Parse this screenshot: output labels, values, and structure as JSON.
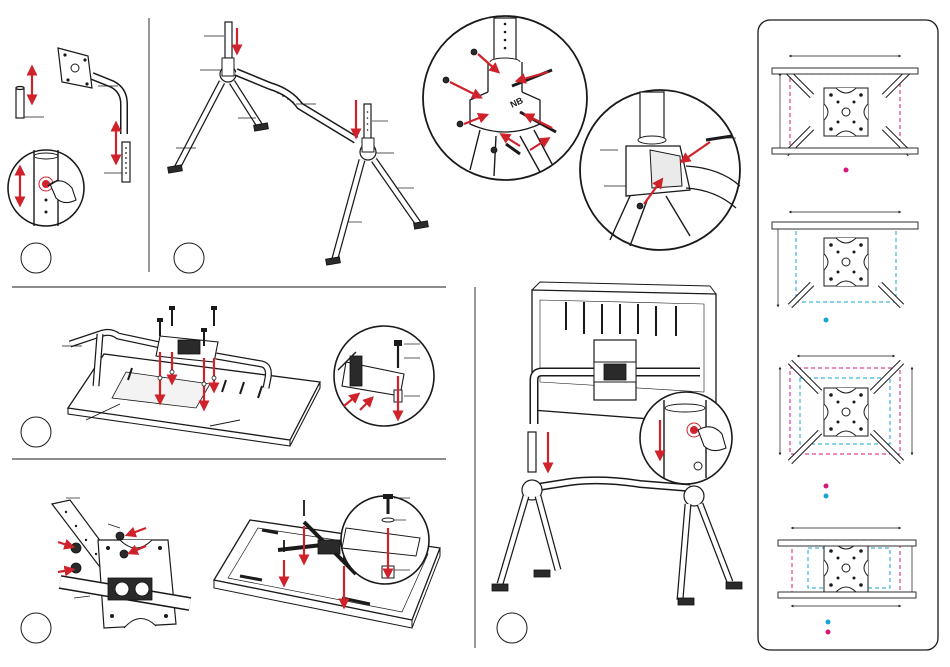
{
  "steps": [
    {
      "id": "step-1",
      "number": ""
    },
    {
      "id": "step-2",
      "number": ""
    },
    {
      "id": "step-3",
      "number": ""
    },
    {
      "id": "step-4",
      "number": ""
    },
    {
      "id": "step-5",
      "number": ""
    }
  ],
  "brand_mark": "NB",
  "vesa_panel": {
    "configurations": [
      {
        "name": "config-1",
        "dots": [
          "magenta"
        ]
      },
      {
        "name": "config-2",
        "dots": [
          "cyan"
        ]
      },
      {
        "name": "config-3",
        "dots": [
          "magenta",
          "cyan"
        ]
      },
      {
        "name": "config-4",
        "dots": [
          "cyan",
          "magenta"
        ]
      }
    ]
  },
  "colors": {
    "arrow": "#d0222b",
    "magenta": "#d6177a",
    "cyan": "#1aa3d4",
    "line": "#1a1a1a"
  },
  "icons": [
    "press-button-icon",
    "up-down-arrow-icon",
    "down-arrow-icon"
  ]
}
